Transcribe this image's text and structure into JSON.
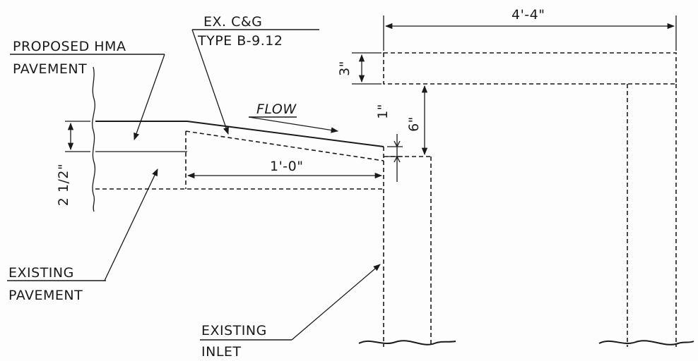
{
  "labels": {
    "proposed_hma_line1": "PROPOSED HMA",
    "proposed_hma_line2": "PAVEMENT",
    "ex_cg_line1": "EX. C&G",
    "ex_cg_line2": "TYPE B-9.12",
    "flow": "FLOW",
    "existing_pavement_line1": "EXISTING",
    "existing_pavement_line2": "PAVEMENT",
    "existing_inlet_line1": "EXISTING",
    "existing_inlet_line2": "INLET"
  },
  "dimensions": {
    "overall_width": "4'-4\"",
    "slab_thickness": "3\"",
    "lip_drop": "1\"",
    "opening_height": "6\"",
    "pavement_depth": "2 1/2\"",
    "gutter_width": "1'-0\""
  }
}
